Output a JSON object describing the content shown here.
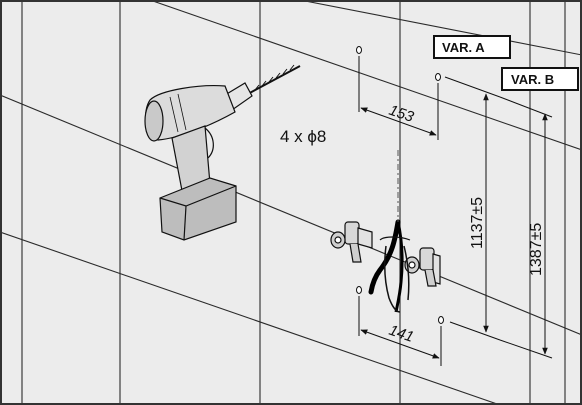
{
  "labels": {
    "var_a": "VAR. A",
    "var_b": "VAR. B",
    "holes": "4 x ϕ8",
    "dim_top": "153",
    "dim_bottom": "141",
    "height_a": "1137±5",
    "height_b": "1387±5"
  },
  "colors": {
    "background": "#ebebeb",
    "line": "#1a1a1a",
    "frame": "#333333"
  }
}
